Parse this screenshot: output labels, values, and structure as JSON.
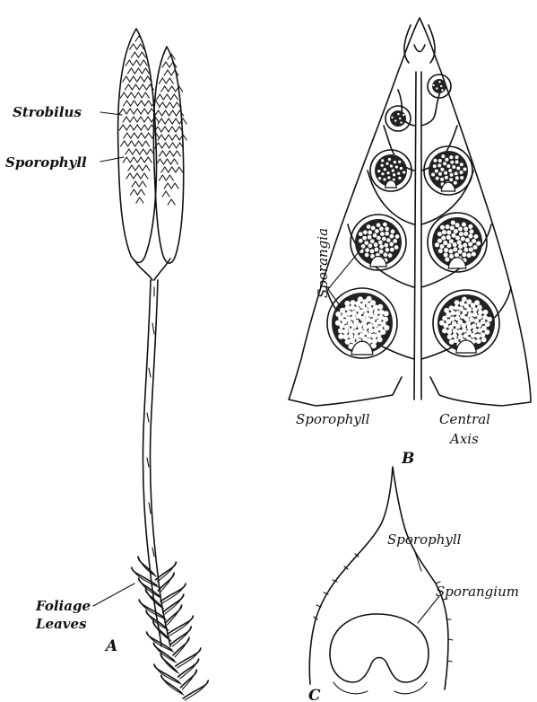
{
  "labels": {
    "strobilus": "Strobilus",
    "sporophyll_a": "Sporophyll",
    "foliage_1": "Foliage",
    "foliage_2": "Leaves",
    "letter_a": "A",
    "sporangia": "Sporangia",
    "sporophyll_b": "Sporophyll",
    "central_1": "Central",
    "central_2": "Axis",
    "letter_b": "B",
    "sporophyll_c": "Sporophyll",
    "sporangium": "Sporangium",
    "letter_c": "C"
  },
  "colors": {
    "ink": "#111111",
    "background": "#ffffff"
  }
}
